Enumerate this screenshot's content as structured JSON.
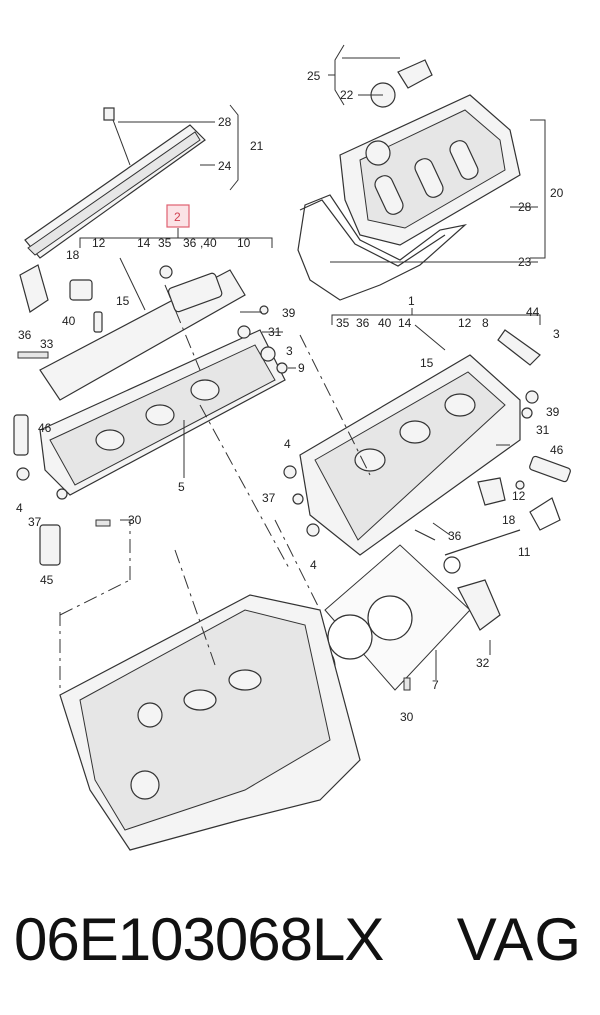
{
  "diagram": {
    "callouts": {
      "c25": "25",
      "c22": "22",
      "c28a": "28",
      "c21": "21",
      "c24": "24",
      "c20": "20",
      "c28b": "28",
      "c23": "23",
      "c2": "2",
      "c12a": "12",
      "c14a": "14",
      "c35a": "35",
      "c36a": "36",
      "c40a": ",40",
      "c10": "10",
      "c18a": "18",
      "c15a": "15",
      "c39a": "39",
      "c31a": "31",
      "c3a": "3",
      "c9": "9",
      "c36b": "36",
      "c40b": "40",
      "c33": "33",
      "c46a": "46",
      "c4a": "4",
      "c37a": "37",
      "c45": "45",
      "c30a": "30",
      "c5": "5",
      "c1": "1",
      "c44": "44",
      "c35b": "35",
      "c36c": "36",
      "c40c": "40",
      "c14b": "14",
      "c12b": "12",
      "c8": "8",
      "c3b": "3",
      "c15b": "15",
      "c31b": "31",
      "c39b": "39",
      "c46b": "46",
      "c4b": "4",
      "c12c": "12",
      "c37b": "37",
      "c18b": "18",
      "c11": "11",
      "c36d": "36",
      "c4c": "4",
      "c32": "32",
      "c7": "7",
      "c30b": "30"
    }
  },
  "footer": {
    "part_number": "06E103068LX",
    "brand": "VAG"
  },
  "colors": {
    "highlight": "#e06070",
    "line": "#333333",
    "background": "#ffffff"
  }
}
